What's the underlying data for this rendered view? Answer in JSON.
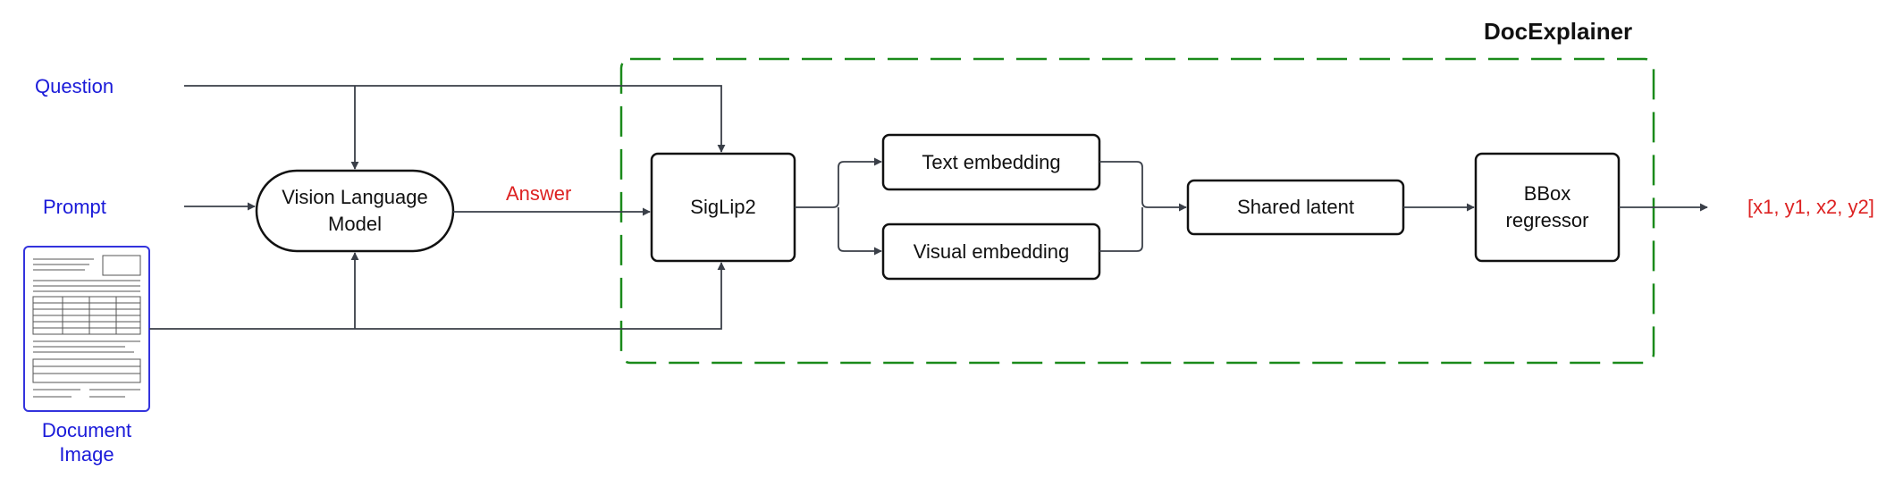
{
  "title": "DocExplainer",
  "inputs": {
    "question": "Question",
    "prompt": "Prompt",
    "document_image_line1": "Document",
    "document_image_line2": "Image"
  },
  "nodes": {
    "vlm_line1": "Vision Language",
    "vlm_line2": "Model",
    "siglip": "SigLip2",
    "text_embedding": "Text embedding",
    "visual_embedding": "Visual embedding",
    "shared_latent": "Shared latent",
    "bbox_line1": "BBox",
    "bbox_line2": "regressor"
  },
  "edges": {
    "answer": "Answer"
  },
  "output": "[x1, y1, x2, y2]",
  "colors": {
    "input_text": "#1a1ad9",
    "highlight_text": "#dd2222",
    "dashed_group": "#1a8a1a",
    "arrow": "#3a3f48"
  }
}
